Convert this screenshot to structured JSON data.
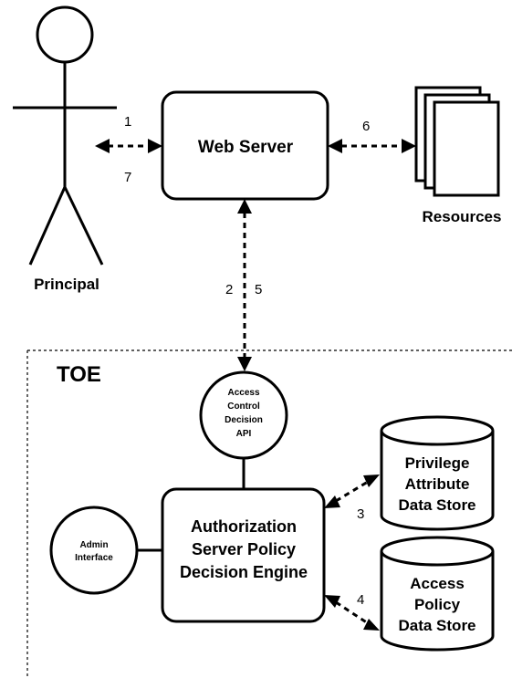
{
  "principal": {
    "label": "Principal"
  },
  "web_server": {
    "label": "Web Server"
  },
  "resources": {
    "label": "Resources"
  },
  "toe": {
    "label": "TOE"
  },
  "access_control_api": {
    "lines": [
      "Access",
      "Control",
      "Decision",
      "API"
    ]
  },
  "authorization_engine": {
    "lines": [
      "Authorization",
      "Server Policy",
      "Decision Engine"
    ]
  },
  "admin_interface": {
    "lines": [
      "Admin",
      "Interface"
    ]
  },
  "privilege_store": {
    "lines": [
      "Privilege",
      "Attribute",
      "Data Store"
    ]
  },
  "access_policy_store": {
    "lines": [
      "Access",
      "Policy",
      "Data Store"
    ]
  },
  "flow_numbers": {
    "n1": "1",
    "n2": "2",
    "n3": "3",
    "n4": "4",
    "n5": "5",
    "n6": "6",
    "n7": "7"
  }
}
